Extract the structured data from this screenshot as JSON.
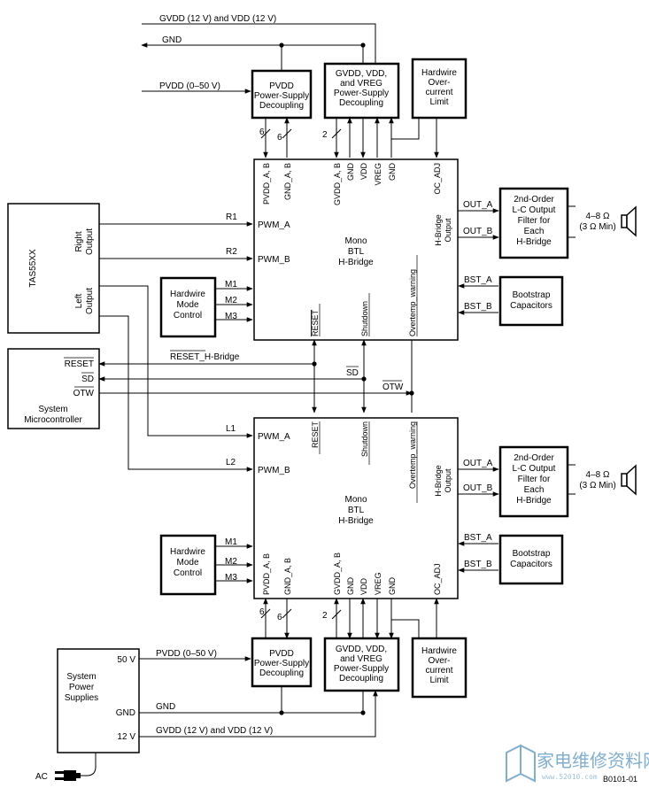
{
  "rails": {
    "gvdd_top": "GVDD (12 V) and VDD (12 V)",
    "gnd_top": "GND",
    "pvdd_top": "PVDD (0–50 V)",
    "pvdd_bot": "PVDD (0–50 V)",
    "gnd_bot": "GND",
    "gvdd_bot": "GVDD (12 V) and VDD (12 V)"
  },
  "blocks": {
    "pvdd_dec": [
      "PVDD",
      "Power-Supply",
      "Decoupling"
    ],
    "gvdd_dec": [
      "GVDD, VDD,",
      "and VREG",
      "Power-Supply",
      "Decoupling"
    ],
    "hw_ocl": [
      "Hardwire",
      "Over-",
      "current",
      "Limit"
    ],
    "lc_filter": [
      "2nd-Order",
      "L-C Output",
      "Filter for",
      "Each",
      "H-Bridge"
    ],
    "load": [
      "4–8 Ω",
      "(3 Ω Min)"
    ],
    "bootstrap": [
      "Bootstrap",
      "Capacitors"
    ],
    "hw_mode": [
      "Hardwire",
      "Mode",
      "Control"
    ],
    "tas": "TAS55XX",
    "right_output": [
      "Right",
      "Output"
    ],
    "left_output": [
      "Left",
      "Output"
    ],
    "mcu": [
      "System",
      "Microcontroller"
    ],
    "mono": [
      "Mono",
      "BTL",
      "H-Bridge"
    ],
    "sys_power": [
      "System",
      "Power",
      "Supplies"
    ]
  },
  "pins": {
    "top_top": [
      "PVDD_A, B",
      "GND_A, B",
      "GVDD_A, B",
      "GND",
      "VDD",
      "VREG",
      "GND",
      "OC_ADJ"
    ],
    "top_bottom": [
      "RESET",
      "Shutdown",
      "Overtemp_warning"
    ],
    "bot_top": [
      "RESET",
      "Shutdown",
      "Overtemp_warning"
    ],
    "bot_bottom": [
      "PVDD_A, B",
      "GND_A, B",
      "GVDD_A, B",
      "GND",
      "VDD",
      "VREG",
      "GND",
      "OC_ADJ"
    ],
    "pwm_a": "PWM_A",
    "pwm_b": "PWM_B",
    "hb_output": [
      "H-Bridge",
      "Output"
    ]
  },
  "signals": {
    "r1": "R1",
    "r2": "R2",
    "l1": "L1",
    "l2": "L2",
    "m1": "M1",
    "m2": "M2",
    "m3": "M3",
    "out_a": "OUT_A",
    "out_b": "OUT_B",
    "bst_a": "BST_A",
    "bst_b": "BST_B",
    "reset_hb": "RESET_H-Bridge",
    "sd": "SD",
    "otw": "OTW",
    "mcu_reset": "RESET",
    "mcu_sd": "SD",
    "mcu_otw": "OTW",
    "six_a": "6",
    "six_b": "6",
    "two": "2",
    "v50": "50 V",
    "gnd_ps": "GND",
    "v12": "12 V",
    "ac": "AC"
  },
  "footer": {
    "code": "B0101-01",
    "watermark_cn": "家电维修资料网",
    "watermark_url": "www.52010.com"
  }
}
